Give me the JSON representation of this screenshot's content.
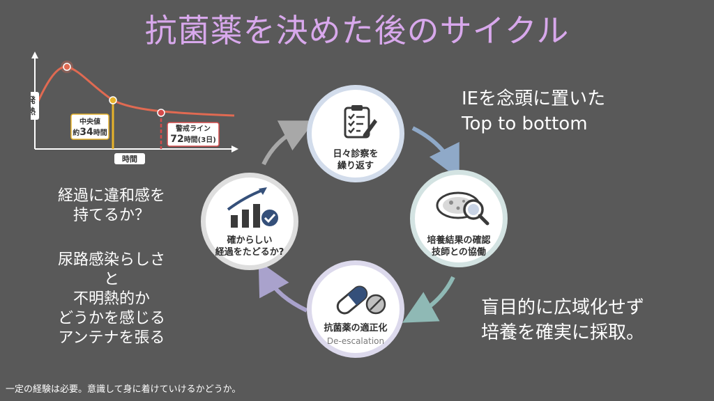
{
  "title": "抗菌薬を決めた後のサイクル",
  "chart": {
    "y_label": "発熱",
    "x_label": "時間",
    "median_label": "中央値",
    "median_value_prefix": "約",
    "median_value_number": "34",
    "median_value_unit": "時間",
    "alert_label": "警戒ライン",
    "alert_value_number": "72",
    "alert_value_unit": "時間(3日)",
    "colors": {
      "curve": "#e06a52",
      "median": "#e8b32a",
      "alert": "#d44a4a"
    }
  },
  "left_text": {
    "block1": [
      "経過に違和感を",
      "持てるか？"
    ],
    "block2": [
      "尿路感染らしさ",
      "と",
      "不明熱的か",
      "どうかを感じる",
      "アンテナを張る"
    ]
  },
  "right_text": {
    "top": [
      "IEを念頭に置いた",
      "Top to bottom"
    ],
    "bottom": [
      "盲目的に広域化せず",
      "培養を確実に採取。"
    ]
  },
  "cycle": {
    "nodes": [
      {
        "label_lines": [
          "日々診察を",
          "繰り返す"
        ],
        "icon": "clipboard-checklist-icon"
      },
      {
        "label_lines": [
          "培養結果の確認",
          "技師との協働"
        ],
        "icon": "petri-dish-magnifier-icon"
      },
      {
        "label_lines": [
          "抗菌薬の適正化"
        ],
        "sub": "De-escalation",
        "icon": "pills-icon"
      },
      {
        "label_lines": [
          "確からしい",
          "経過をたどるか?"
        ],
        "icon": "bar-chart-check-icon"
      }
    ],
    "arrow_colors": [
      "#8fa9c8",
      "#8fb9b5",
      "#a9a2cc",
      "#a8a8a8"
    ]
  },
  "footer": "一定の経験は必要。意識して身に着けていけるかどうか。"
}
